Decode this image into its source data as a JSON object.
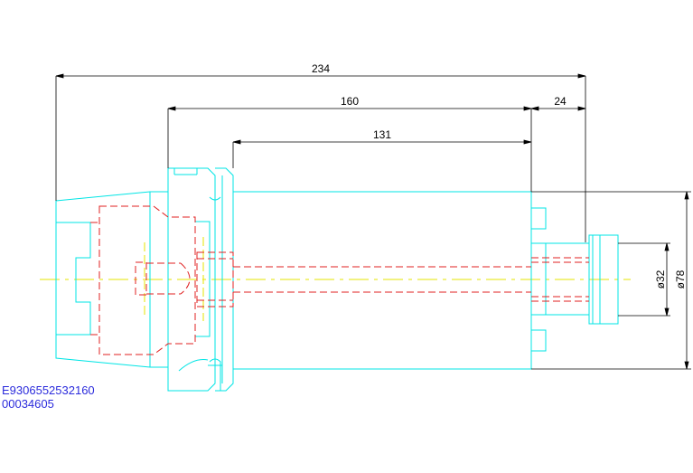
{
  "drawing": {
    "dimensions": {
      "overall_length": "234",
      "length_a": "160",
      "length_b": "131",
      "length_c": "24",
      "diameter_small": "ø32",
      "diameter_large": "ø78"
    },
    "part_codes": [
      "E9306552532160",
      "00034605"
    ],
    "colors": {
      "outline": "#00e5e5",
      "hidden": "#e02020",
      "centerline": "#e6e600",
      "dimension": "#000000",
      "code_text": "#2b2bdc"
    }
  }
}
